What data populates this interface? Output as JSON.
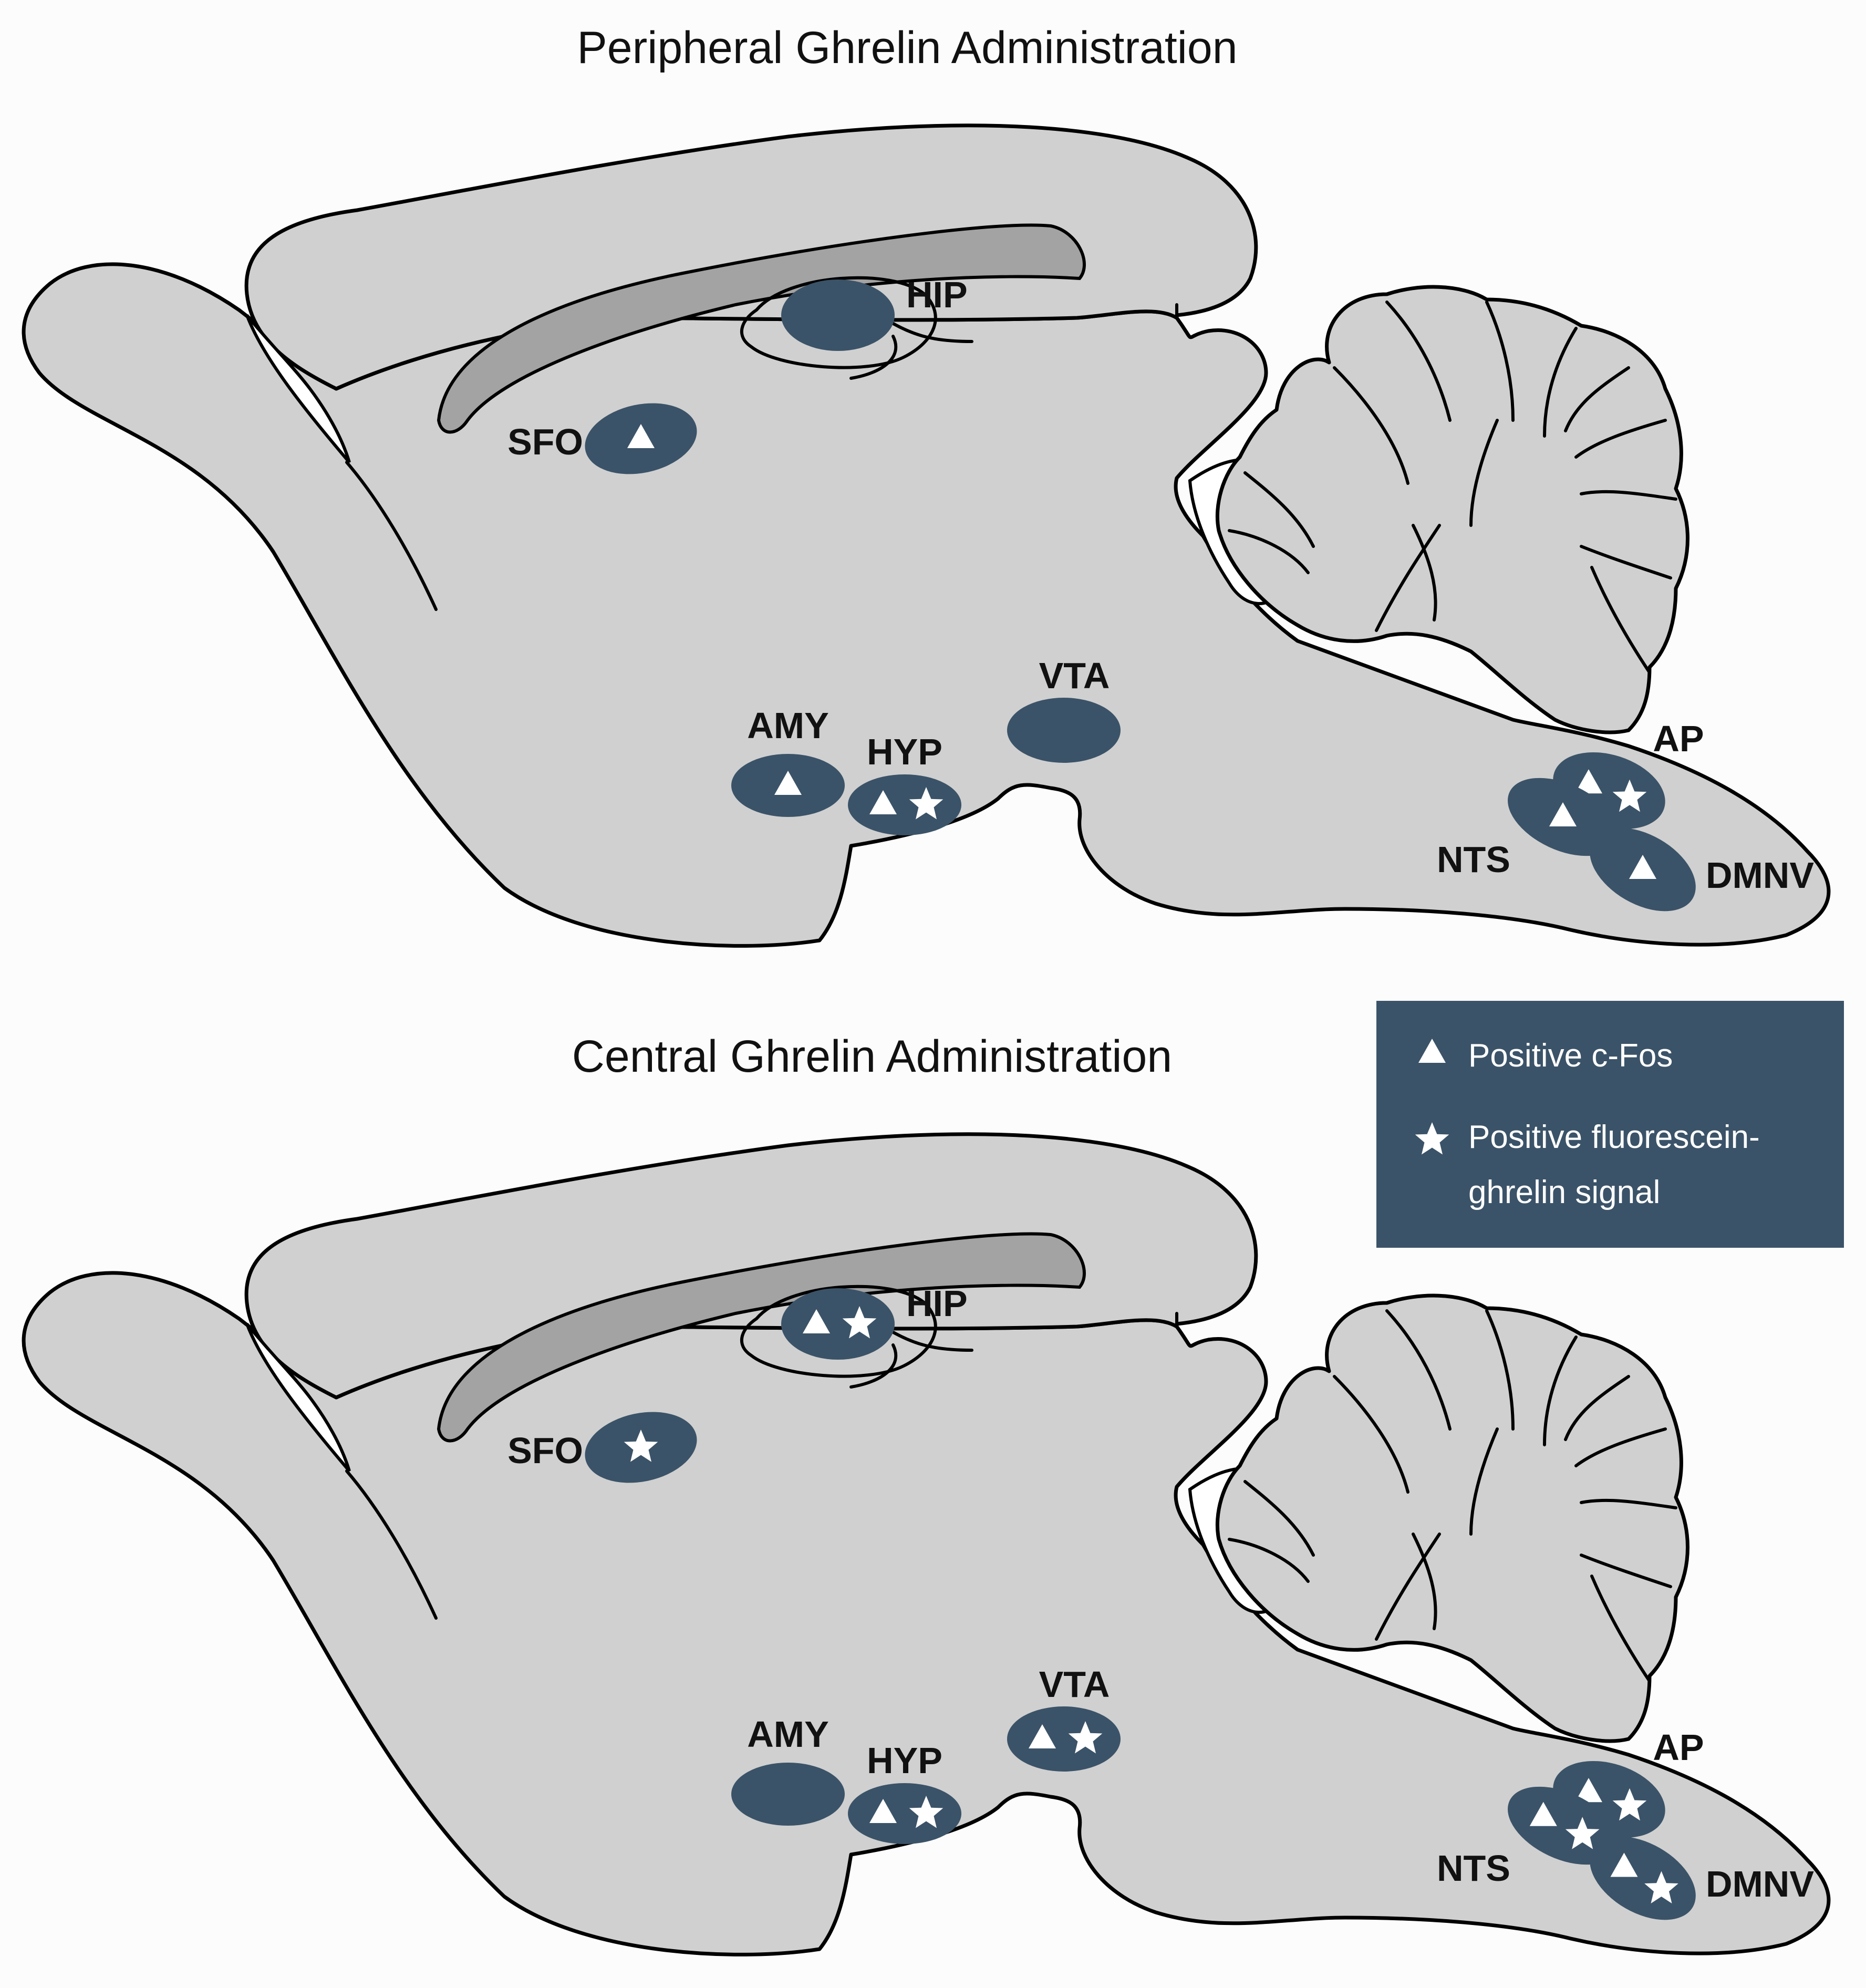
{
  "colors": {
    "region_fill": "#3b5368",
    "brain_fill": "#d0d0d0",
    "corpus_fill": "#a3a3a3",
    "legend_bg": "#3b5368",
    "marker_fill": "#ffffff"
  },
  "panels": [
    {
      "title": "Peripheral Ghrelin Administration",
      "regions": {
        "HIP": {
          "label": "HIP",
          "markers": []
        },
        "SFO": {
          "label": "SFO",
          "markers": [
            "triangle"
          ]
        },
        "AMY": {
          "label": "AMY",
          "markers": [
            "triangle"
          ]
        },
        "HYP": {
          "label": "HYP",
          "markers": [
            "triangle",
            "star"
          ]
        },
        "VTA": {
          "label": "VTA",
          "markers": []
        },
        "AP": {
          "label": "AP",
          "markers": [
            "triangle",
            "star"
          ]
        },
        "NTS": {
          "label": "NTS",
          "markers": [
            "triangle"
          ]
        },
        "DMNV": {
          "label": "DMNV",
          "markers": [
            "triangle"
          ]
        }
      }
    },
    {
      "title": "Central Ghrelin Administration",
      "regions": {
        "HIP": {
          "label": "HIP",
          "markers": [
            "triangle",
            "star"
          ]
        },
        "SFO": {
          "label": "SFO",
          "markers": [
            "star"
          ]
        },
        "AMY": {
          "label": "AMY",
          "markers": []
        },
        "HYP": {
          "label": "HYP",
          "markers": [
            "triangle",
            "star"
          ]
        },
        "VTA": {
          "label": "VTA",
          "markers": [
            "triangle",
            "star"
          ]
        },
        "AP": {
          "label": "AP",
          "markers": [
            "triangle",
            "star"
          ]
        },
        "NTS": {
          "label": "NTS",
          "markers": [
            "triangle",
            "star"
          ]
        },
        "DMNV": {
          "label": "DMNV",
          "markers": [
            "triangle",
            "star"
          ]
        }
      }
    }
  ],
  "legend": {
    "items": [
      {
        "icon": "triangle-icon",
        "lines": [
          "Positive c-Fos"
        ]
      },
      {
        "icon": "star-icon",
        "lines": [
          "Positive fluorescein-",
          "ghrelin signal"
        ]
      }
    ]
  }
}
